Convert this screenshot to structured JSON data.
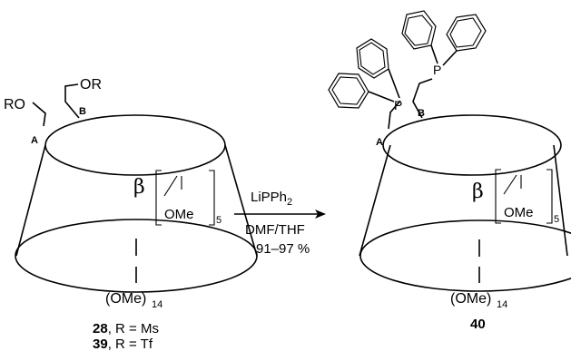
{
  "reactant": {
    "substituent_left": "RO",
    "substituent_right": "OR",
    "label_a": "A",
    "label_b": "B",
    "beta": "β",
    "repeat_group": "OMe",
    "repeat_count": "5",
    "bottom_group": "(OMe)",
    "bottom_count": "14",
    "compounds": [
      {
        "number": "28",
        "rest": ", R = Ms"
      },
      {
        "number": "39",
        "rest": ", R = Tf"
      }
    ]
  },
  "arrow": {
    "reagent": "LiPPh",
    "reagent_sub": "2",
    "solvent": "DMF/THF",
    "yield": "91–97 %"
  },
  "product": {
    "atom_p1": "P",
    "atom_p2": "P",
    "label_a": "A",
    "label_b": "B",
    "beta": "β",
    "repeat_group": "OMe",
    "repeat_count": "5",
    "bottom_group": "(OMe)",
    "bottom_count": "14",
    "compound_number": "40"
  }
}
